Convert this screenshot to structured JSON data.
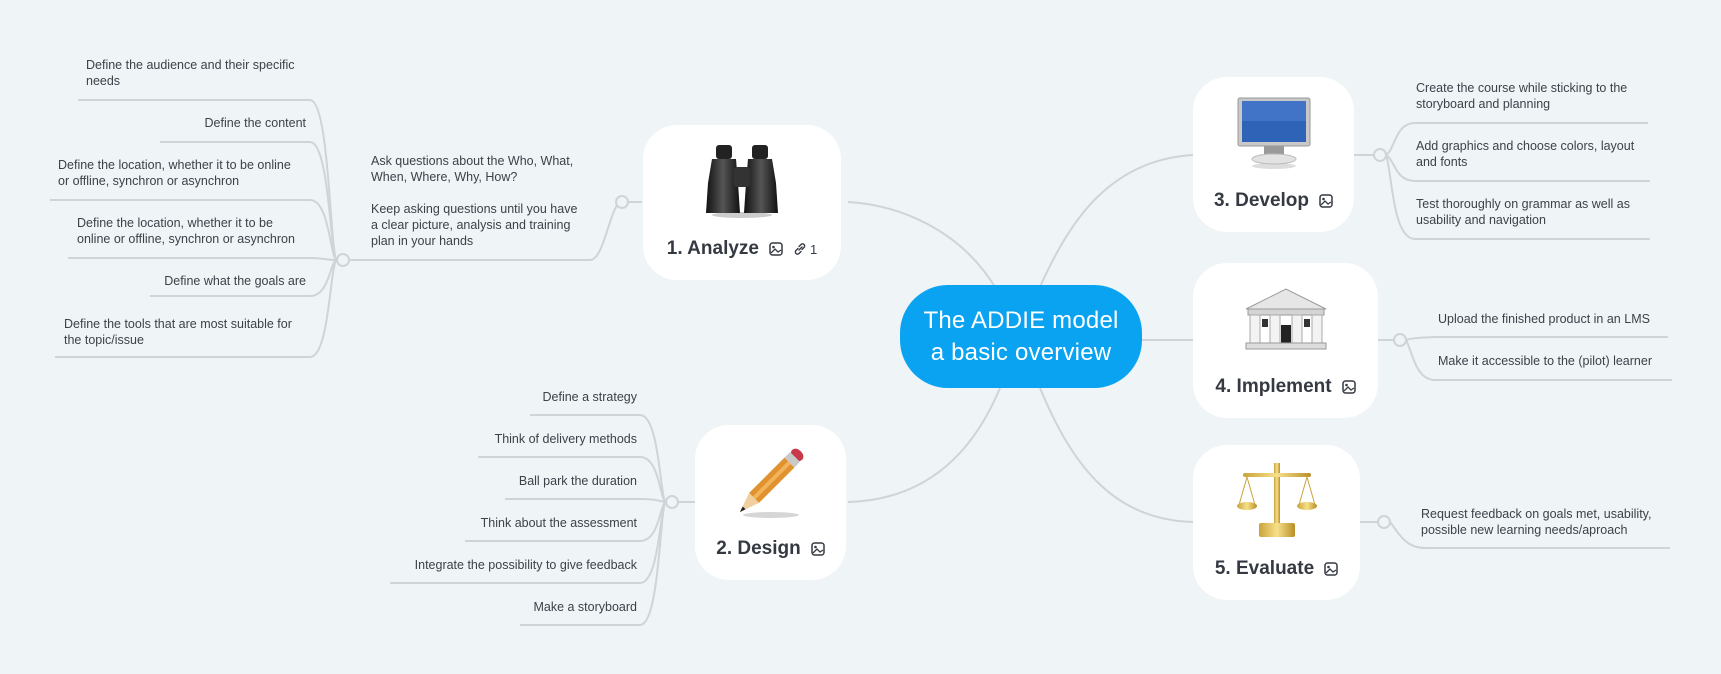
{
  "root": {
    "line1": "The ADDIE model",
    "line2": "a basic overview",
    "color": "#0aa3f2"
  },
  "branches": {
    "analyze": {
      "title": "1. Analyze",
      "image": "binoculars-image",
      "link_count": "1",
      "note": {
        "p1_l1": "Ask questions about the Who, What,",
        "p1_l2": "When, Where, Why, How?",
        "p2_l1": "Keep asking questions until you have",
        "p2_l2": "a clear picture, analysis and training",
        "p2_l3": "plan in your hands"
      },
      "items": [
        {
          "l1": "Define the audience and their specific",
          "l2": "needs"
        },
        {
          "l1": "Define the content"
        },
        {
          "l1": "Define the location, whether it to be online",
          "l2": "or offline, synchron or asynchron"
        },
        {
          "l1": "Define the location, whether it to be",
          "l2": "online or offline, synchron or asynchron"
        },
        {
          "l1": "Define what the goals are"
        },
        {
          "l1": "Define the tools that are most suitable for",
          "l2": "the topic/issue"
        }
      ]
    },
    "design": {
      "title": "2. Design",
      "image": "pencil-image",
      "items": [
        "Define a strategy",
        "Think of delivery methods",
        "Ball park the duration",
        "Think about the assessment",
        "Integrate the possibility to give feedback",
        "Make a storyboard"
      ]
    },
    "develop": {
      "title": "3. Develop",
      "image": "monitor-image",
      "items": [
        {
          "l1": "Create the course while sticking to the",
          "l2": "storyboard and planning"
        },
        {
          "l1": "Add graphics and choose colors, layout",
          "l2": "and fonts"
        },
        {
          "l1": "Test thoroughly on grammar as well as",
          "l2": "usability and navigation"
        }
      ]
    },
    "implement": {
      "title": "4. Implement",
      "image": "building-image",
      "items": [
        "Upload the finished product in an LMS",
        "Make it accessible to the (pilot) learner"
      ]
    },
    "evaluate": {
      "title": "5. Evaluate",
      "image": "scales-image",
      "items": [
        {
          "l1": "Request feedback on goals met, usability,",
          "l2": "possible new learning needs/aproach"
        }
      ]
    }
  }
}
